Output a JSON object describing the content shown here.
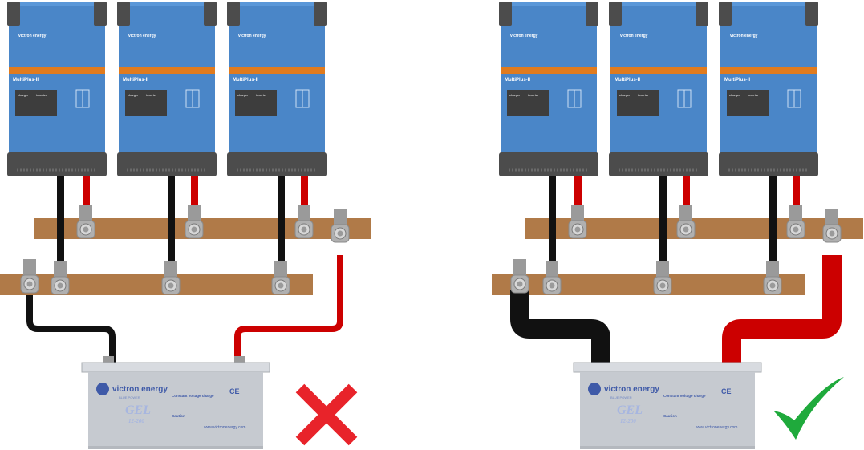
{
  "inverter": {
    "brand": "victron energy",
    "model": "MultiPlus-II",
    "panel_left_header": "charger",
    "panel_right_header": "inverter",
    "colors": {
      "body": "#4a86c8",
      "stripe": "#e07b1e",
      "base": "#4c4c4c"
    }
  },
  "battery": {
    "brand": "victron energy",
    "tagline": "BLUE POWER",
    "type": "GEL",
    "model": "12-200",
    "heading1": "Constant voltage charge",
    "heading2": "Caution",
    "website": "www.victronenergy.com",
    "certification": "CE",
    "colors": {
      "body": "#c6cad0",
      "text": "#3f5aa8"
    }
  },
  "wiring": {
    "colors": {
      "positive": "#cc0000",
      "negative": "#111111",
      "busbar": "#b07a48"
    }
  },
  "verdict": {
    "wrong": {
      "icon": "cross-icon",
      "color": "#e8232a"
    },
    "right": {
      "icon": "check-icon",
      "color": "#1faa3c"
    }
  }
}
